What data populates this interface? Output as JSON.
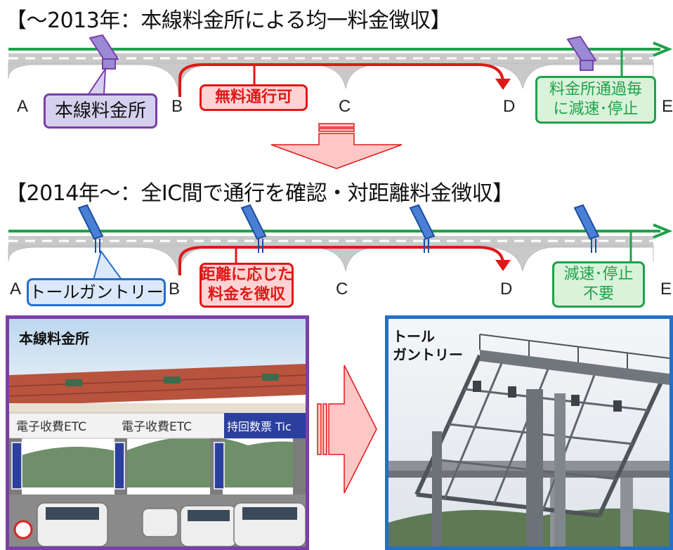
{
  "header_2013": "【～2013年：本線料金所による均一料金徴収】",
  "header_2014": "【2014年～：全IC間で通行を確認・対距離料金徴収】",
  "points": [
    "A",
    "B",
    "C",
    "D",
    "E"
  ],
  "top": {
    "mainline_toll_label": "本線料金所",
    "free_passage_label": "無料通行可",
    "slowdown_label": [
      "料金所通過毎",
      "に減速･停止"
    ]
  },
  "bottom": {
    "gantry_label": "トールガントリー",
    "distance_fee_label": [
      "距離に応じた",
      "料金を徴収"
    ],
    "no_stop_label": [
      "減速･停止",
      "不要"
    ]
  },
  "photos": {
    "left_title": "本線料金所",
    "right_title": [
      "トール",
      "ガントリー"
    ],
    "booth_signs": [
      "電子收費ETC",
      "電子收費ETC",
      "持回数票 Tic"
    ]
  },
  "colors": {
    "route_green": "#1ea24a",
    "route_red": "#e01818",
    "toll_purple": "#7a3fa8",
    "gantry_blue": "#2370c8",
    "arrow_pink": "#ffc6c6"
  }
}
